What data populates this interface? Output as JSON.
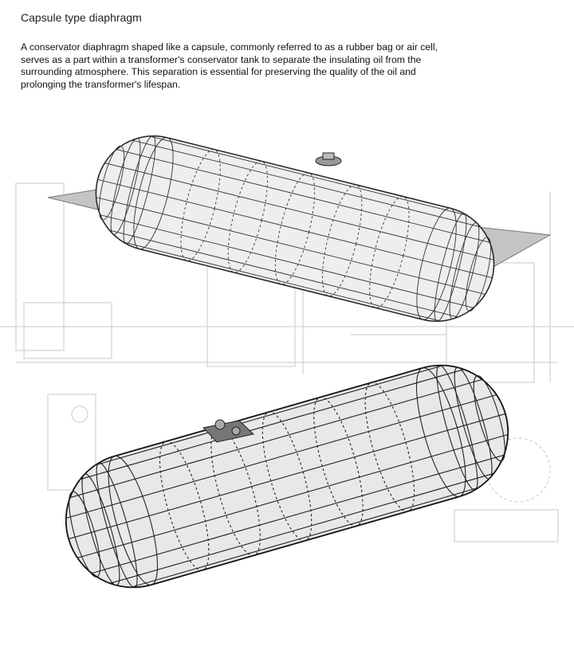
{
  "title": "Capsule type diaphragm",
  "description_lines": [
    "A conservator  diaphragm  shaped like a capsule, commonly referred  to as a rubber  bag or air cell,",
    "serves  as a part within a transformer's  conservator  tank to separate the insulating oil from the",
    "surrounding  atmosphere. This  separation is essential for preserving  the quality of the oil and",
    "prolonging  the transformer's  lifespan."
  ]
}
